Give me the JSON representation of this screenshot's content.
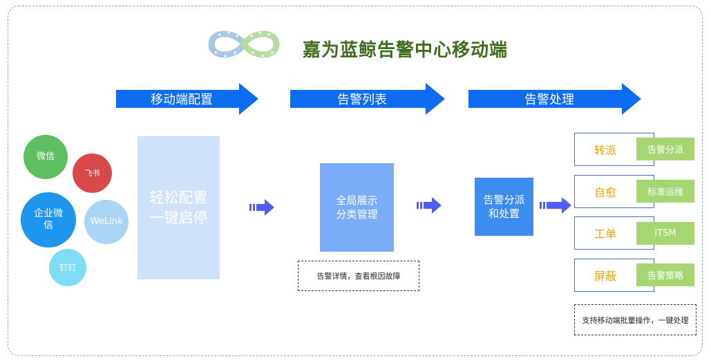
{
  "title": "嘉为蓝鲸告警中心移动端",
  "logo_icon": "infinity-loop-logo",
  "colors": {
    "title": "#3e6e1c",
    "stage_arrow": "#0d6cf2",
    "small_arrow": "#4f5ff5",
    "option_label": "#f0a000",
    "option_tag": "#a6d672"
  },
  "stages": [
    {
      "label": "移动端配置"
    },
    {
      "label": "告警列表"
    },
    {
      "label": "告警处理"
    }
  ],
  "channels": [
    {
      "label": "微信",
      "color": "#5dbf5f"
    },
    {
      "label": "飞书",
      "color": "#d84a4a"
    },
    {
      "label": "企业微信",
      "color": "#1e96ee"
    },
    {
      "label": "WeLink",
      "color": "#a9d6f7"
    },
    {
      "label": "钉钉",
      "color": "#7fdcf5"
    }
  ],
  "config_box": {
    "line1": "轻松配置",
    "line2": "一键启停"
  },
  "list_box": {
    "line1": "全局展示",
    "line2": "分类管理"
  },
  "list_note": "告警详情，查看根因故障",
  "handle_box": {
    "line1": "告警分派",
    "line2": "和处置"
  },
  "options": [
    {
      "label": "转派",
      "tag": "告警分派"
    },
    {
      "label": "自愈",
      "tag": "标准运维"
    },
    {
      "label": "工单",
      "tag": "ITSM"
    },
    {
      "label": "屏蔽",
      "tag": "告警策略"
    }
  ],
  "options_note": "支持移动端批量操作，一键处理"
}
